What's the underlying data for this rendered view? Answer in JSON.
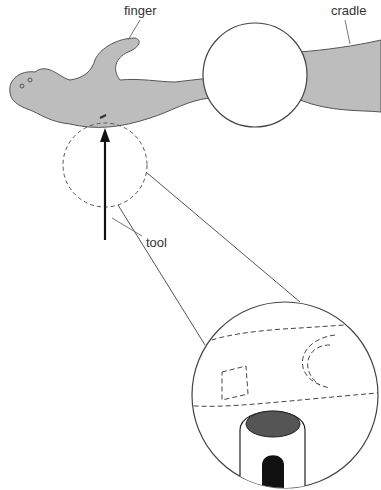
{
  "diagram": {
    "labels": [
      "finger",
      "cradle",
      "tool"
    ]
  }
}
